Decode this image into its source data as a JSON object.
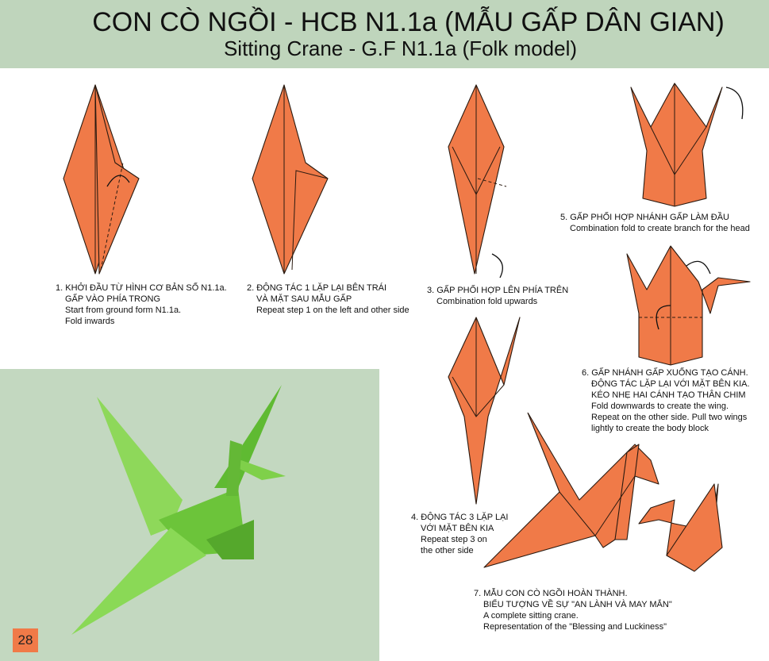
{
  "header": {
    "title": "CON CÒ NGỒI - HCB N1.1a (MẪU GẤP DÂN GIAN)",
    "subtitle": "Sitting Crane - G.F N1.1a (Folk model)"
  },
  "steps": [
    {
      "lines_vi": [
        "1. KHỞI ĐẦU TỪ HÌNH CƠ BẢN SỐ N1.1a.",
        "GẤP VÀO PHÍA TRONG"
      ],
      "lines_en": [
        "Start from ground form N1.1a.",
        "Fold inwards"
      ]
    },
    {
      "lines_vi": [
        "2. ĐỘNG TÁC 1 LẶP LẠI BÊN TRÁI",
        "VÀ MẶT SAU MẪU GẤP"
      ],
      "lines_en": [
        "Repeat step 1 on the left and other side"
      ]
    },
    {
      "lines_vi": [
        "3. GẤP PHỐI HỢP LÊN PHÍA TRÊN"
      ],
      "lines_en": [
        "Combination fold upwards"
      ]
    },
    {
      "lines_vi": [
        "4. ĐỘNG TÁC 3 LẶP LẠI",
        "VỚI MẶT BÊN KIA"
      ],
      "lines_en": [
        "Repeat step 3 on",
        "the other side"
      ]
    },
    {
      "lines_vi": [
        "5. GẤP PHỐI HỢP NHÁNH GẤP LÀM ĐẦU"
      ],
      "lines_en": [
        "Combination fold to create branch for the head"
      ]
    },
    {
      "lines_vi": [
        "6. GẤP NHÁNH GẤP XUỐNG TẠO CÁNH.",
        "ĐỘNG TÁC LẶP LẠI VỚI MẶT BÊN KIA.",
        "KÉO NHẸ HAI CÁNH TẠO THÂN CHIM"
      ],
      "lines_en": [
        "Fold downwards to create the wing.",
        "Repeat on the other side. Pull two wings",
        "lightly to create the body block"
      ]
    },
    {
      "lines_vi": [
        "7.  MẪU CON CÒ NGỒI HOÀN THÀNH.",
        "BIỂU TƯỢNG VỀ SỰ \"AN LÀNH VÀ MAY MẮN\""
      ],
      "lines_en": [
        "A complete sitting crane.",
        "Representation of the \"Blessing and Luckiness\""
      ]
    }
  ],
  "page_number": "28",
  "colors": {
    "header_bg": "#bfd5bc",
    "paper_orange": "#f07a48",
    "crane_green": "#6cc43a",
    "photo_bg": "#c3d8c0"
  }
}
